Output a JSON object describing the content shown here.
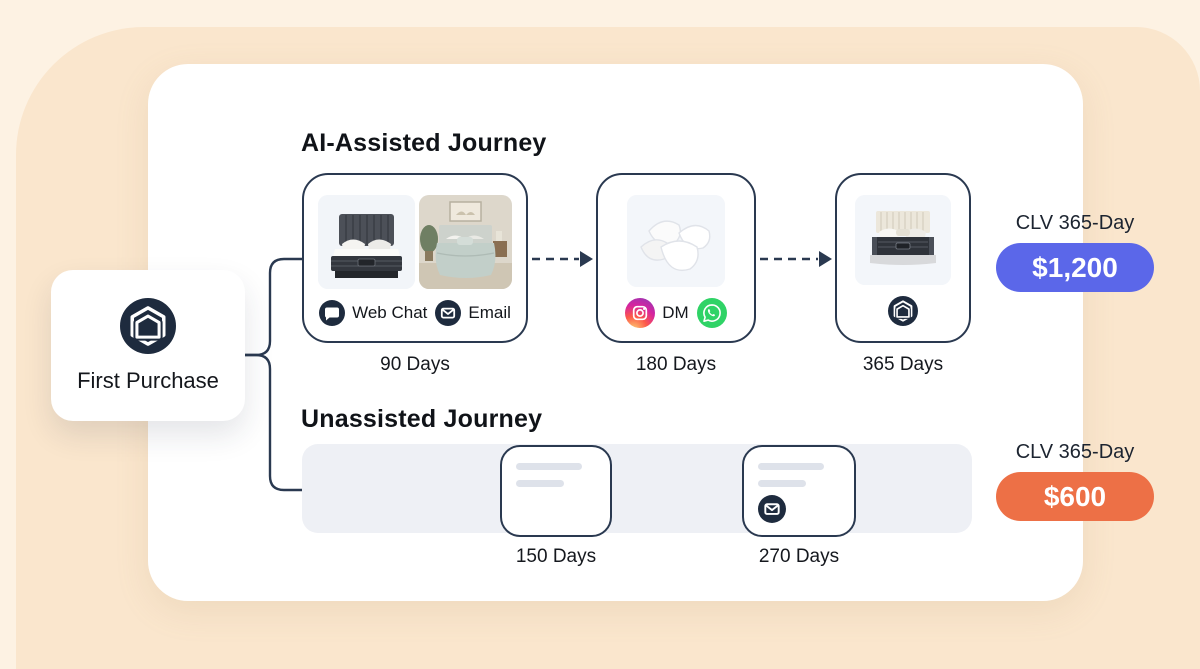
{
  "first_purchase": {
    "label": "First Purchase",
    "icon": "brand-hexagon-home-icon"
  },
  "assisted": {
    "title": "AI-Assisted Journey",
    "clv": {
      "label": "CLV 365-Day",
      "value": "$1,200",
      "badge_color": "#5b67e9"
    },
    "steps": [
      {
        "days": "90 Days",
        "images": [
          "dark-bed-product",
          "bedroom-photo"
        ],
        "channels": [
          {
            "icon": "web-chat-icon",
            "label": "Web Chat"
          },
          {
            "icon": "email-icon",
            "label": "Email"
          }
        ]
      },
      {
        "days": "180 Days",
        "images": [
          "pillows-product"
        ],
        "channels": [
          {
            "icon": "instagram-icon",
            "label": "DM"
          },
          {
            "icon": "whatsapp-icon",
            "label": ""
          }
        ]
      },
      {
        "days": "365 Days",
        "images": [
          "bed-product"
        ],
        "channels": [
          {
            "icon": "brand-hexagon-home-icon",
            "label": ""
          }
        ]
      }
    ]
  },
  "unassisted": {
    "title": "Unassisted Journey",
    "clv": {
      "label": "CLV 365-Day",
      "value": "$600",
      "badge_color": "#ed7046"
    },
    "steps": [
      {
        "days": "150 Days",
        "icon": ""
      },
      {
        "days": "270 Days",
        "icon": "email-icon"
      }
    ]
  },
  "colors": {
    "background_peach": "#fae6cd",
    "background_light": "#fdf2e3",
    "card_border_navy": "#2a3950",
    "icon_navy": "#1e2b3e",
    "whatsapp_green": "#2fd366"
  }
}
